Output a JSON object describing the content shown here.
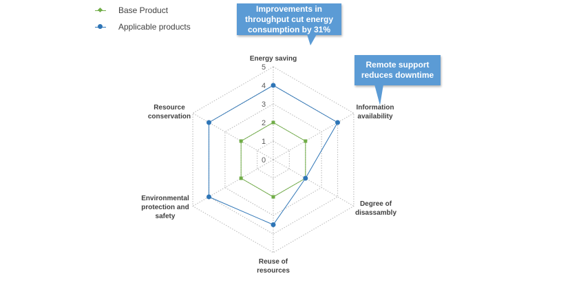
{
  "chart_data": {
    "type": "radar",
    "axes": [
      "Energy saving",
      "Information availability",
      "Degree of disassambly",
      "Reuse of resources",
      "Environmental protection and safety",
      "Resource conservation"
    ],
    "axis_label_lines": [
      [
        "Energy saving"
      ],
      [
        "Information",
        "availability"
      ],
      [
        "Degree of",
        "disassambly"
      ],
      [
        "Reuse of",
        "resources"
      ],
      [
        "Environmental",
        "protection and",
        "safety"
      ],
      [
        "Resource",
        "conservation"
      ]
    ],
    "range": [
      0,
      5
    ],
    "ticks": [
      "0",
      "1",
      "2",
      "3",
      "4",
      "5"
    ],
    "grid": true,
    "legend_position": "top-left",
    "series": [
      {
        "name": "Base Product",
        "values": [
          2,
          2,
          2,
          2,
          2,
          2
        ],
        "color": "#70ad47",
        "marker": "square"
      },
      {
        "name": "Applicable products",
        "values": [
          4,
          4,
          2,
          3.5,
          4,
          4
        ],
        "color": "#2e75b6",
        "marker": "circle"
      }
    ],
    "annotations": [
      {
        "text": "Improvements in throughput cut energy consumption by 31%",
        "lines": [
          "Improvements in",
          "throughput cut energy",
          "consumption by 31%"
        ]
      },
      {
        "text": "Remote support reduces downtime",
        "lines": [
          "Remote support",
          "reduces downtime"
        ]
      }
    ]
  },
  "colors": {
    "grid": "#bfbfbf",
    "text": "#404040",
    "callout": "#5b9bd5"
  }
}
